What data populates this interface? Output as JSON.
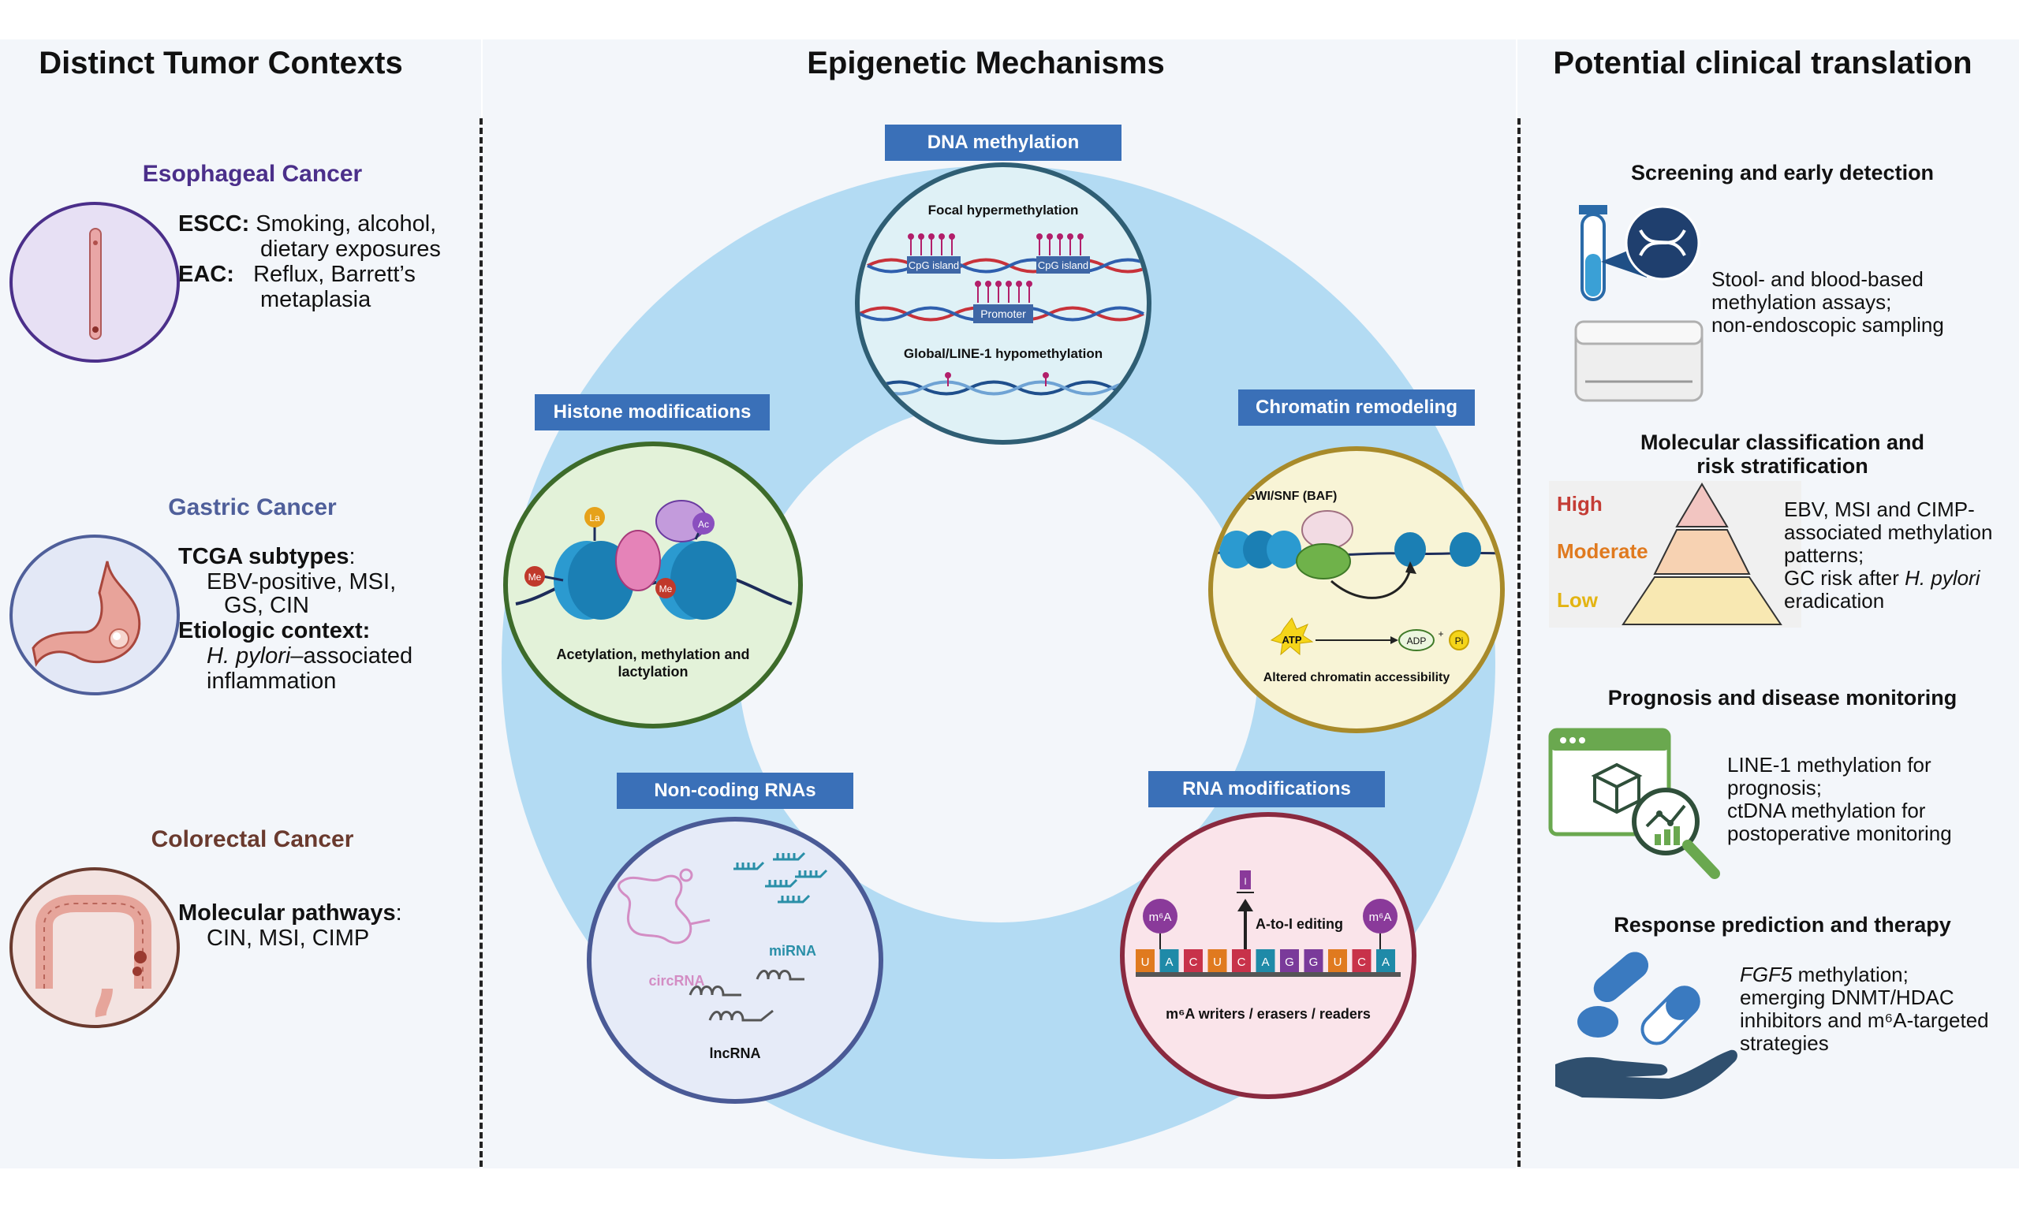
{
  "headers": {
    "left": "Distinct Tumor Contexts",
    "center": "Epigenetic Mechanisms",
    "right": "Potential clinical translation"
  },
  "tumors": {
    "esophageal": {
      "title": "Esophageal Cancer",
      "escc_label": "ESCC:",
      "escc_text1": "Smoking, alcohol,",
      "escc_text2": "dietary exposures",
      "eac_label": "EAC:",
      "eac_text1": "Reflux, Barrett’s",
      "eac_text2": "metaplasia"
    },
    "gastric": {
      "title": "Gastric Cancer",
      "tcga_label": "TCGA subtypes",
      "tcga_colon": ":",
      "tcga_line1": "EBV-positive,  MSI,",
      "tcga_line2": "GS, CIN",
      "etio_label": "Etiologic context:",
      "etio_italic": "H. pylori",
      "etio_rest": "–associated",
      "etio_line2": "inflammation"
    },
    "colorectal": {
      "title": "Colorectal Cancer",
      "mol_label": "Molecular pathways",
      "mol_colon": ":",
      "mol_line": "CIN, MSI, CIMP"
    }
  },
  "mechanisms": {
    "dna": {
      "label": "DNA methylation",
      "focal": "Focal hypermethylation",
      "cpg1": "CpG island",
      "cpg2": "CpG island",
      "promoter": "Promoter",
      "global": "Global/LINE-1 hypomethylation"
    },
    "histone": {
      "label": "Histone modifications",
      "la": "La",
      "ac": "Ac",
      "me1": "Me",
      "me2": "Me",
      "caption1": "Acetylation, methylation and",
      "caption2": "lactylation"
    },
    "chromatin": {
      "label": "Chromatin remodeling",
      "complex": "SWI/SNF (BAF)",
      "atp": "ATP",
      "adp": "ADP",
      "plus": "+",
      "pi": "Pi",
      "caption": "Altered chromatin accessibility"
    },
    "ncrna": {
      "label": "Non-coding RNAs",
      "circ": "circRNA",
      "mirna": "miRNA",
      "lnc": "lncRNA"
    },
    "rna": {
      "label": "RNA modifications",
      "m6a1": "m⁶A",
      "m6a2": "m⁶A",
      "i_mark": "I",
      "editing": "A-to-I editing",
      "bases": [
        "U",
        "A",
        "C",
        "U",
        "C",
        "A",
        "G",
        "G",
        "U",
        "C",
        "A"
      ],
      "caption": "m⁶A writers / erasers / readers"
    }
  },
  "clinical": {
    "screening": {
      "title": "Screening and early detection",
      "line1": "Stool- and blood-based",
      "line2": "methylation assays;",
      "line3": "non-endoscopic sampling"
    },
    "classification": {
      "title1": "Molecular classification and",
      "title2": "risk stratification",
      "high": "High",
      "moderate": "Moderate",
      "low": "Low",
      "line1": "EBV, MSI and CIMP-",
      "line2": "associated methylation",
      "line3": "patterns;",
      "line4a": "GC risk after ",
      "line4b": "H. pylori",
      "line5": "eradication"
    },
    "prognosis": {
      "title": "Prognosis and disease monitoring",
      "line1": "LINE-1 methylation for",
      "line2": "prognosis;",
      "line3": "ctDNA methylation for",
      "line4": "postoperative monitoring"
    },
    "therapy": {
      "title": "Response prediction and therapy",
      "line1a": "FGF5",
      "line1b": " methylation;",
      "line2": "emerging DNMT/HDAC",
      "line3": "inhibitors and m⁶A-targeted",
      "line4": "strategies"
    }
  },
  "colors": {
    "panel_bg": "#f3f6fa",
    "label_blue": "#3a70b8",
    "ring_blue": "#b3dbf3",
    "esophageal_title": "#4b2f8a",
    "gastric_title": "#4f5f9a",
    "colorectal_title": "#6a3a2e",
    "high": "#c43c35",
    "moderate": "#e07a1f",
    "low": "#e3b413"
  }
}
